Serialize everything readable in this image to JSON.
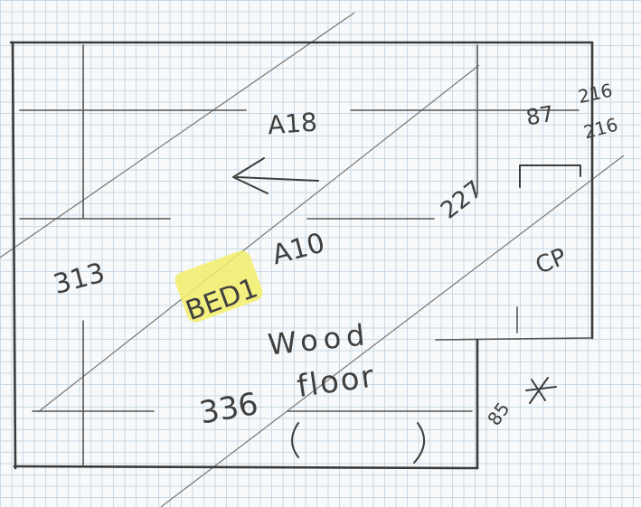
{
  "labels": {
    "area_a18": "A18",
    "dim_313": "313",
    "room_name": "BED1",
    "area_a10": "A10",
    "dim_227": "227",
    "dim_87": "87",
    "dim_216a": "216",
    "dim_216b": "216",
    "closet": "CP",
    "flooring_1": "Wood",
    "flooring_2": "floor",
    "dim_336": "336",
    "dim_85": "85"
  },
  "colors": {
    "highlight": "#f3ef6a",
    "pencil": "#3f3f3f",
    "grid": "#c9d9e6",
    "paper": "#f7f9fa"
  },
  "icons": {
    "direction_arrow": "left-arrow-icon",
    "marker": "asterisk-icon"
  }
}
